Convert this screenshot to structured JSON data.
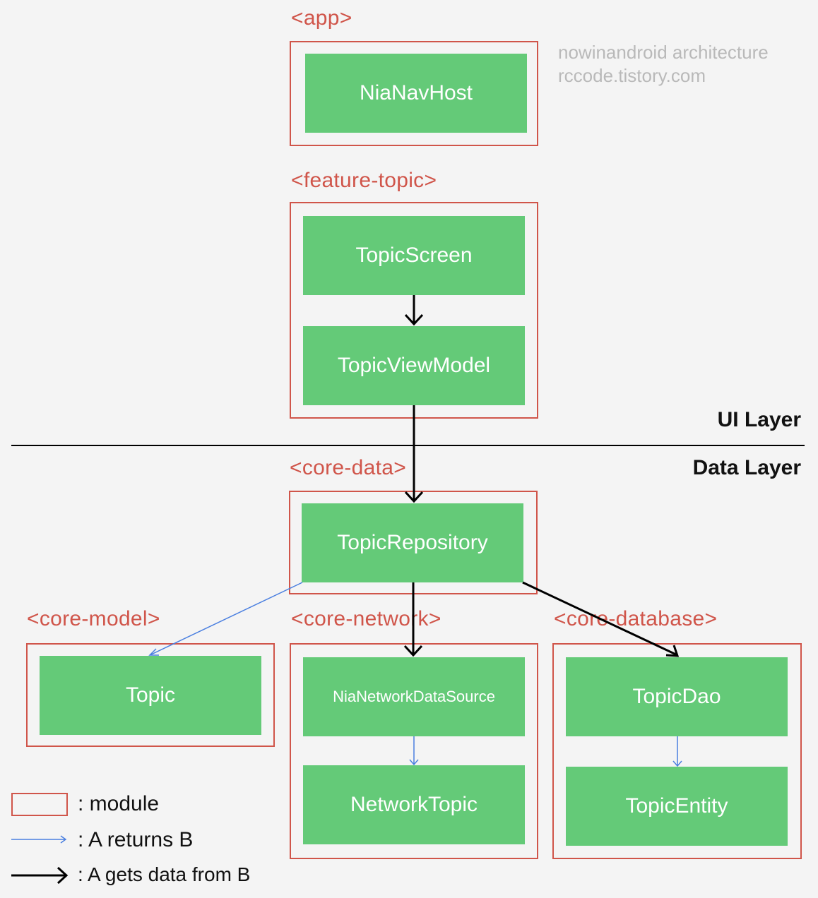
{
  "watermark": {
    "line1": "nowinandroid architecture",
    "line2": "rccode.tistory.com"
  },
  "layers": {
    "ui": "UI Layer",
    "data": "Data Layer"
  },
  "modules": {
    "app": {
      "label": "<app>",
      "nodes": [
        "NiaNavHost"
      ]
    },
    "feature_topic": {
      "label": "<feature-topic>",
      "nodes": [
        "TopicScreen",
        "TopicViewModel"
      ]
    },
    "core_data": {
      "label": "<core-data>",
      "nodes": [
        "TopicRepository"
      ]
    },
    "core_model": {
      "label": "<core-model>",
      "nodes": [
        "Topic"
      ]
    },
    "core_network": {
      "label": "<core-network>",
      "nodes": [
        "NiaNetworkDataSource",
        "NetworkTopic"
      ]
    },
    "core_database": {
      "label": "<core-database>",
      "nodes": [
        "TopicDao",
        "TopicEntity"
      ]
    }
  },
  "edges": [
    {
      "from": "TopicScreen",
      "to": "TopicViewModel",
      "kind": "gets-data-from"
    },
    {
      "from": "TopicViewModel",
      "to": "TopicRepository",
      "kind": "gets-data-from"
    },
    {
      "from": "TopicRepository",
      "to": "Topic",
      "kind": "returns"
    },
    {
      "from": "TopicRepository",
      "to": "NiaNetworkDataSource",
      "kind": "gets-data-from"
    },
    {
      "from": "TopicRepository",
      "to": "TopicDao",
      "kind": "gets-data-from"
    },
    {
      "from": "NiaNetworkDataSource",
      "to": "NetworkTopic",
      "kind": "returns"
    },
    {
      "from": "TopicDao",
      "to": "TopicEntity",
      "kind": "returns"
    }
  ],
  "legend": {
    "module": ": module",
    "returns": ": A returns B",
    "gets_data": ": A gets data from B"
  },
  "colors": {
    "module_border": "#d0554a",
    "node_fill": "#64ca78",
    "returns_arrow": "#4a7fe0",
    "data_arrow": "#000000",
    "watermark": "#b9b9b9"
  }
}
